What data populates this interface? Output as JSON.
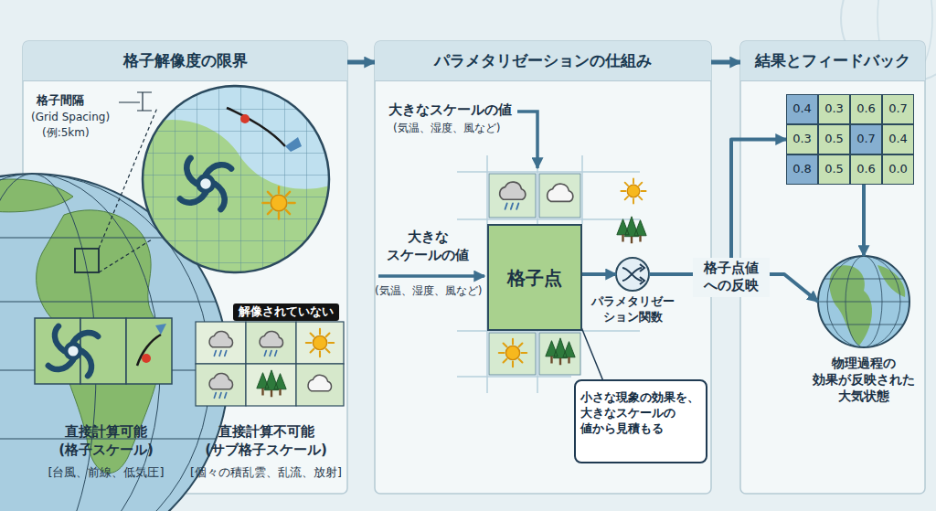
{
  "diagram": {
    "nodes": [
      {
        "text": [
          "格子解像度の限界"
        ]
      },
      {
        "text": [
          "パラメタリゼーションの仕組み"
        ]
      },
      {
        "text": [
          "結果とフィードバック"
        ]
      },
      {
        "text": [
          "直接計算可能 (格子スケール)",
          "[台風、前線、低気圧]"
        ],
        "in": 0
      },
      {
        "text": [
          "解像されていない",
          "直接計算不可能 (サブ格子スケール)",
          "[個々の積乱雲、乱流、放射]"
        ],
        "in": 0
      },
      {
        "text": [
          "格子点"
        ],
        "in": 1
      },
      {
        "text": [
          "パラメタリゼー ション関数"
        ],
        "in": 1
      },
      {
        "text": [
          "小さな現象の効果を、 大きなスケールの 値から見積もる"
        ],
        "in": 1
      },
      {
        "text": [
          "0.4",
          "0.3",
          "0.6",
          "0.7",
          "0.3",
          "0.5",
          "0.7",
          "0.4",
          "0.8",
          "0.5",
          "0.6",
          "0.0"
        ],
        "in": 2
      },
      {
        "text": [
          "物理過程の 効果が反映された 大気状態"
        ],
        "in": 2
      }
    ],
    "edges": [
      {
        "from": 0,
        "to": 1,
        "arrow": "to"
      },
      {
        "from": 1,
        "to": 2,
        "arrow": "to"
      },
      {
        "from": 5,
        "to": 6,
        "arrow": "to"
      },
      {
        "from": 6,
        "to": 8,
        "arrow": "to",
        "label": "格子点値 への反映"
      },
      {
        "from": 6,
        "to": 9,
        "arrow": "to"
      },
      {
        "from": 8,
        "to": 9,
        "arrow": "to"
      }
    ],
    "labels": [
      "格子間隔",
      "(Grid Spacing)",
      "(例:5km)",
      "大きなスケールの値",
      "(気温、湿度、風など)",
      "大きな スケールの値",
      "(気温、湿度、風など)"
    ]
  }
}
